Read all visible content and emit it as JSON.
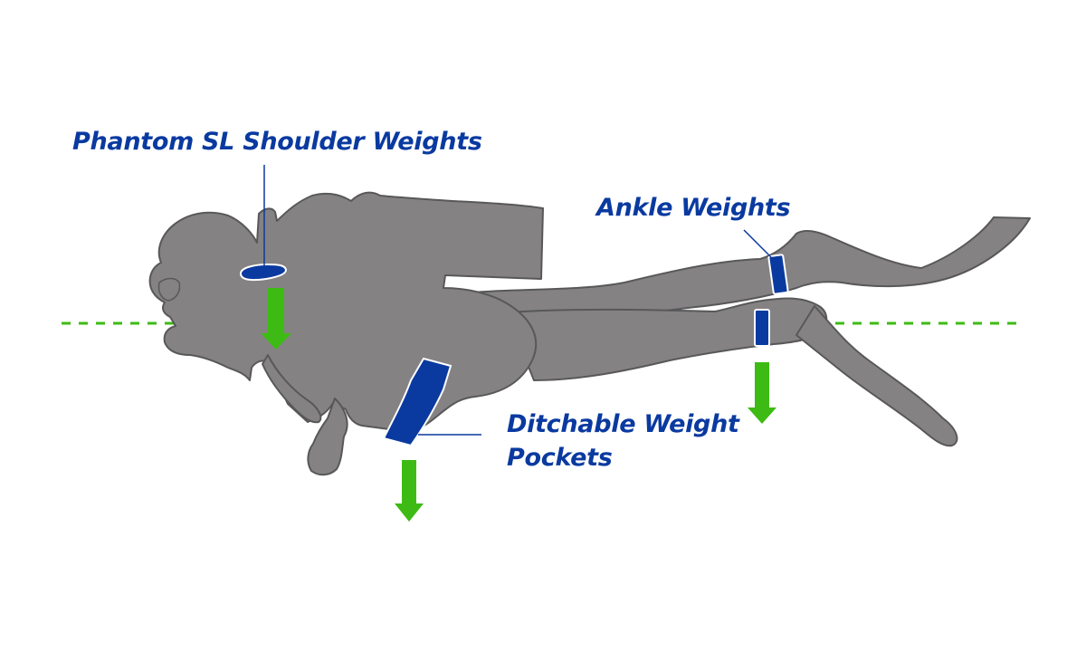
{
  "labels": {
    "shoulder_weights": "Phantom SL Shoulder Weights",
    "ankle_weights": "Ankle Weights",
    "pockets_line1": "Ditchable Weight",
    "pockets_line2": "Pockets"
  },
  "colors": {
    "diver": "#858283",
    "diver_outline": "#58585a",
    "weights": "#0a3aa0",
    "arrows": "#3dbb14",
    "trim_line": "#3dbb14",
    "label_text": "#0a3aa0"
  },
  "icons": {
    "arrow": "down-arrow",
    "silhouette": "scuba-diver-silhouette"
  }
}
